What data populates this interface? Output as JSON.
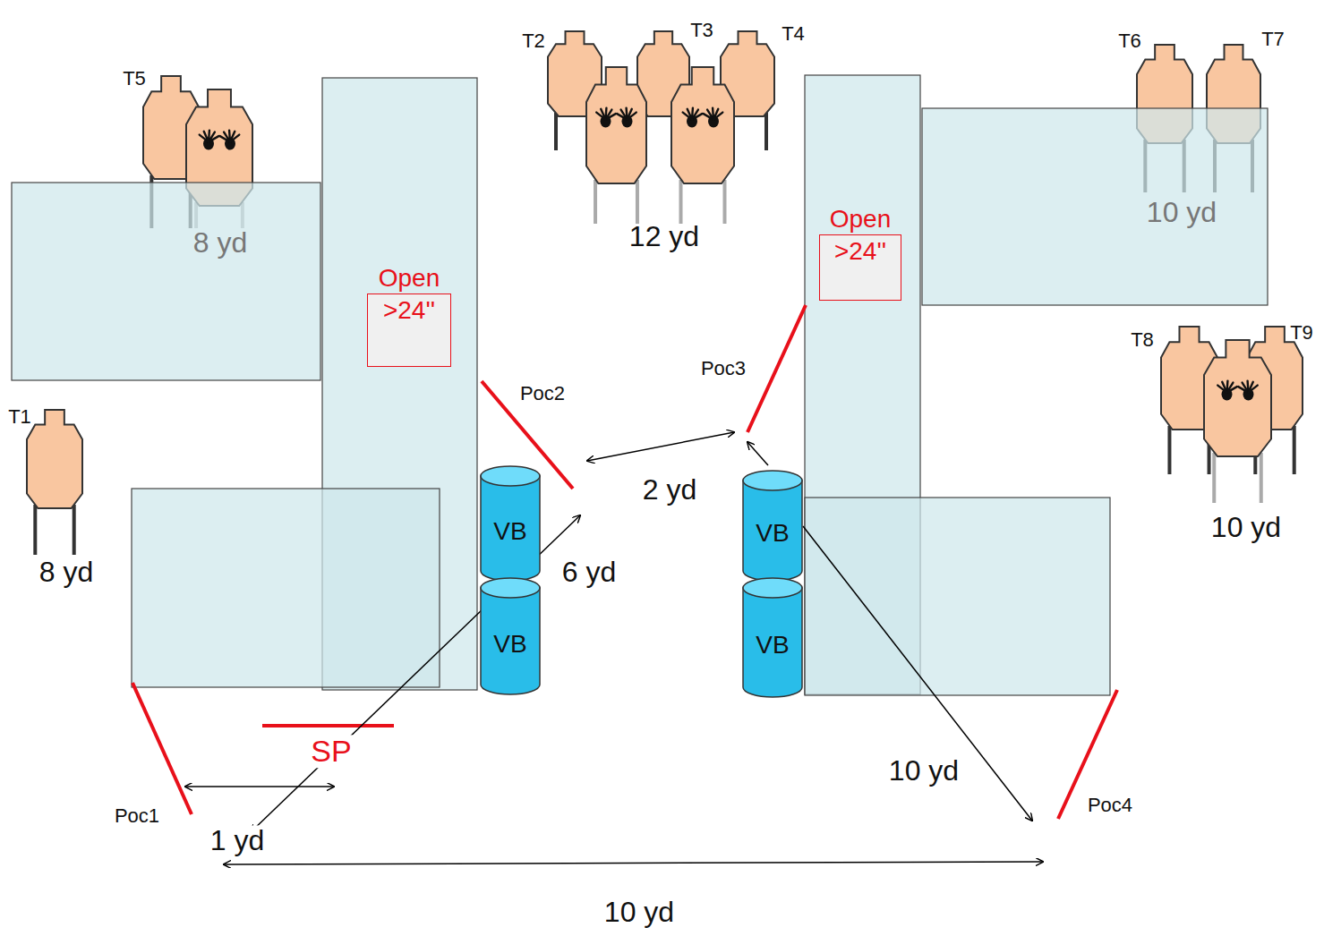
{
  "diagram": {
    "nodes": [
      {
        "text": [
          "Open",
          ">24''"
        ]
      },
      {
        "text": [
          "Open",
          ">24''"
        ]
      },
      {
        "text": [
          "VB"
        ]
      },
      {
        "text": [
          "VB"
        ]
      },
      {
        "text": [
          "VB"
        ]
      },
      {
        "text": [
          "VB"
        ]
      }
    ],
    "labels": [
      "T5",
      "T2",
      "T3",
      "T4",
      "T6",
      "T7",
      "8 yd",
      "12 yd",
      "10 yd",
      "T1",
      "8 yd",
      "T8",
      "T9",
      "10 yd",
      "Poc2",
      "Poc3",
      "2 yd",
      "6 yd",
      "SP",
      "Poc1",
      "1 yd",
      "10 yd",
      "Poc4",
      "10 yd"
    ]
  }
}
